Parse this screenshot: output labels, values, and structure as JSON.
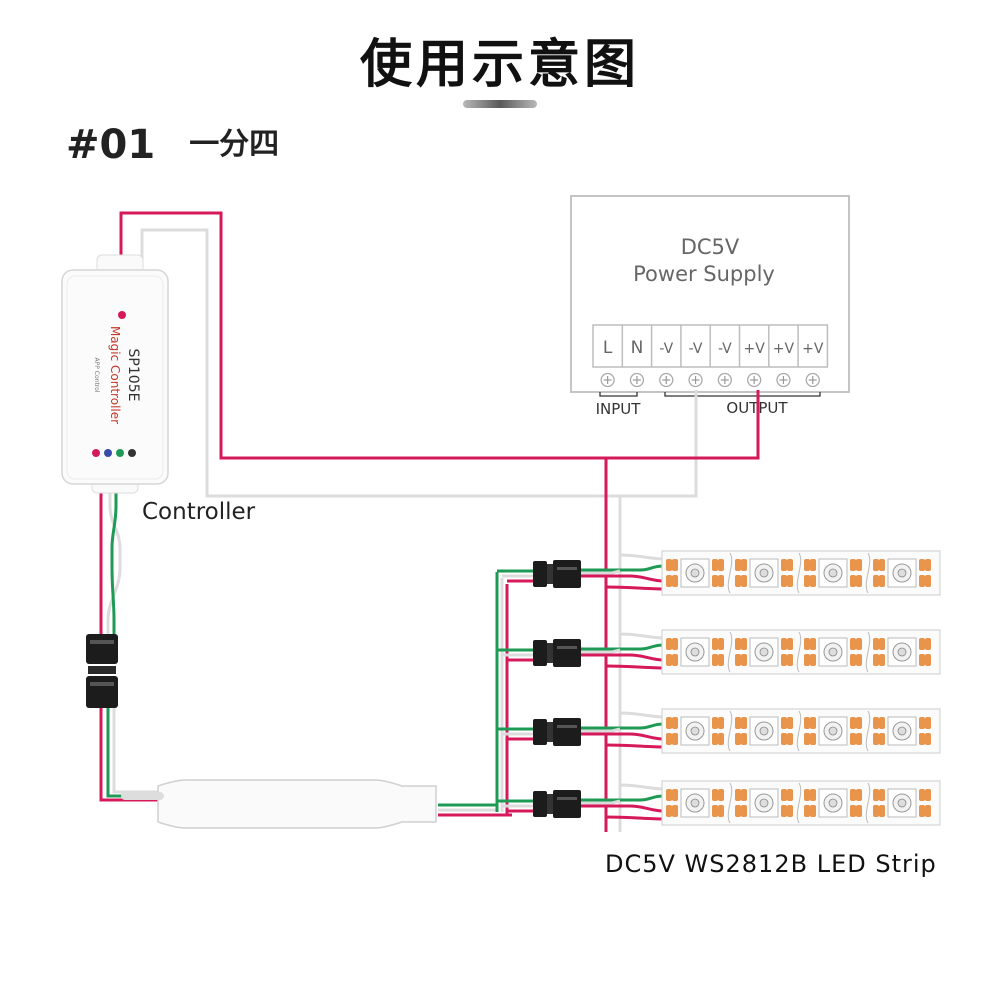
{
  "title": "使用示意图",
  "section": {
    "number": "#01",
    "name": "一分四"
  },
  "power_supply": {
    "line1": "DC5V",
    "line2": "Power Supply",
    "terminals": [
      "L",
      "N",
      "-V",
      "-V",
      "-V",
      "+V",
      "+V",
      "+V"
    ],
    "input_label": "INPUT",
    "output_label": "OUTPUT"
  },
  "controller": {
    "label": "Controller",
    "model": "SP105E",
    "name": "Magic Controller",
    "small_text": "APP Control"
  },
  "strip_label": "DC5V WS2812B LED Strip",
  "colors": {
    "red": "#d6195a",
    "green": "#1f9a55",
    "white": "#dcdcdc",
    "led": "#e8944a"
  }
}
